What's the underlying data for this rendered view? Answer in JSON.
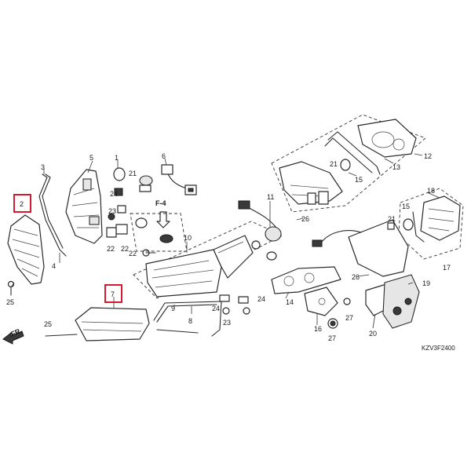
{
  "diagram_code": "KZV3F2400",
  "front_label": "FR.",
  "section_ref": "F-4",
  "highlighted_callouts": [
    "2",
    "7"
  ],
  "callouts": {
    "c1": "1",
    "c2": "2",
    "c3": "3",
    "c4": "4",
    "c5": "5",
    "c6": "6",
    "c7": "7",
    "c8": "8",
    "c9": "9",
    "c10": "10",
    "c11": "11",
    "c12": "12",
    "c13": "13",
    "c14": "14",
    "c15a": "15",
    "c15b": "15",
    "c16": "16",
    "c17": "17",
    "c18": "18",
    "c19": "19",
    "c20": "20",
    "c21a": "21",
    "c21b": "21",
    "c21c": "21",
    "c22a": "22",
    "c22b": "22",
    "c23a": "23",
    "c23b": "23",
    "c24a": "24",
    "c24b": "24",
    "c24c": "24",
    "c25a": "25",
    "c25b": "25",
    "c26a": "26",
    "c26b": "26",
    "c27a": "27",
    "c27b": "27"
  },
  "colors": {
    "highlight": "#d0021b",
    "line": "#2a2a2a"
  }
}
